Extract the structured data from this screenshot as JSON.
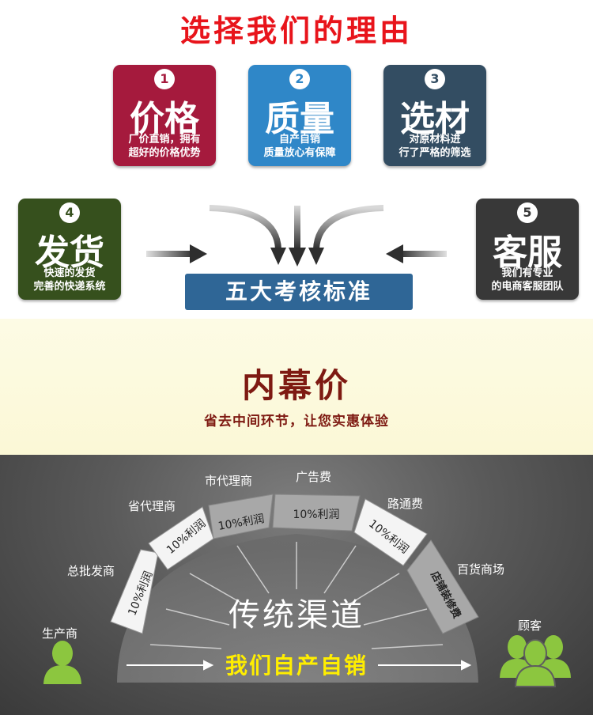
{
  "title": "选择我们的理由",
  "cards": [
    {
      "num": "1",
      "big": "价格",
      "line1": "厂价直销，拥有",
      "line2": "超好的价格优势"
    },
    {
      "num": "2",
      "big": "质量",
      "line1": "自产自销",
      "line2": "质量放心有保障"
    },
    {
      "num": "3",
      "big": "选材",
      "line1": "对原材料进",
      "line2": "行了严格的筛选"
    },
    {
      "num": "4",
      "big": "发货",
      "line1": "快速的发货",
      "line2": "完善的快递系统"
    },
    {
      "num": "5",
      "big": "客服",
      "line1": "我们有专业",
      "line2": "的电商客服团队"
    }
  ],
  "standard": "五大考核标准",
  "band": {
    "title": "内幕价",
    "subtitle": "省去中间环节，让您实惠体验"
  },
  "channel": {
    "producer": "生产商",
    "wholesaler": "总批发商",
    "provincial": "省代理商",
    "city": "市代理商",
    "ad": "广告费",
    "road": "路通费",
    "dept": "百货商场",
    "customer": "顾客",
    "seg1": "10%利润",
    "seg2": "10%利润",
    "seg3": "10%利润",
    "seg4": "10%利润",
    "seg5": "10%利润",
    "seg6": "店铺装修费",
    "center": "传统渠道",
    "self": "我们自产自销"
  },
  "colors": {
    "red": "#e8141b",
    "card1": "#a51a3d",
    "card2": "#2f87c8",
    "card3": "#334d62",
    "card4": "#36501d",
    "card5": "#383838",
    "person": "#8cc63f",
    "yellow": "#ffee00"
  }
}
